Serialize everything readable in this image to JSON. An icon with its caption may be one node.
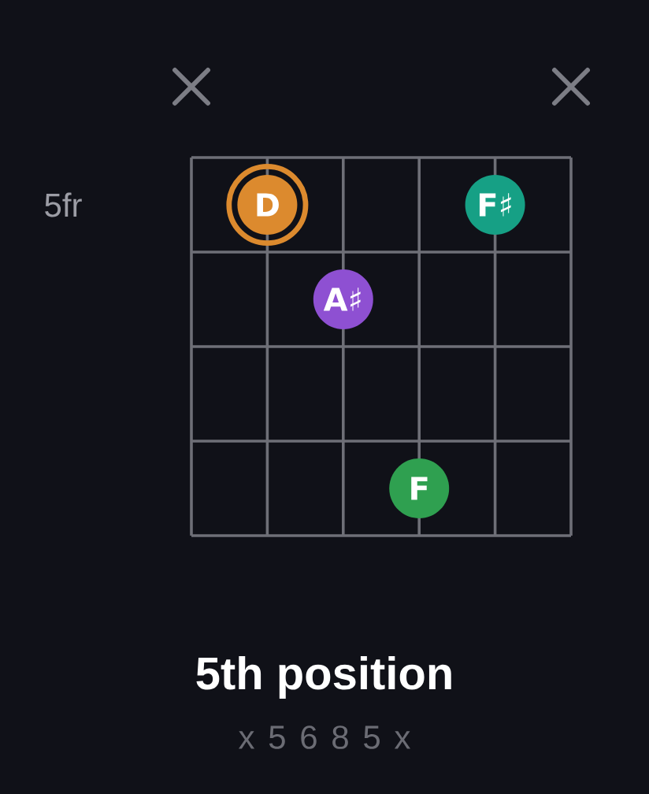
{
  "diagram": {
    "title": "5th position",
    "nodes": [
      {
        "text": [
          "D"
        ]
      },
      {
        "text": [
          "F♯"
        ]
      },
      {
        "text": [
          "A♯"
        ]
      },
      {
        "text": [
          "F"
        ]
      }
    ],
    "labels": [
      "5fr",
      "x 5 6 8 5 x"
    ]
  }
}
